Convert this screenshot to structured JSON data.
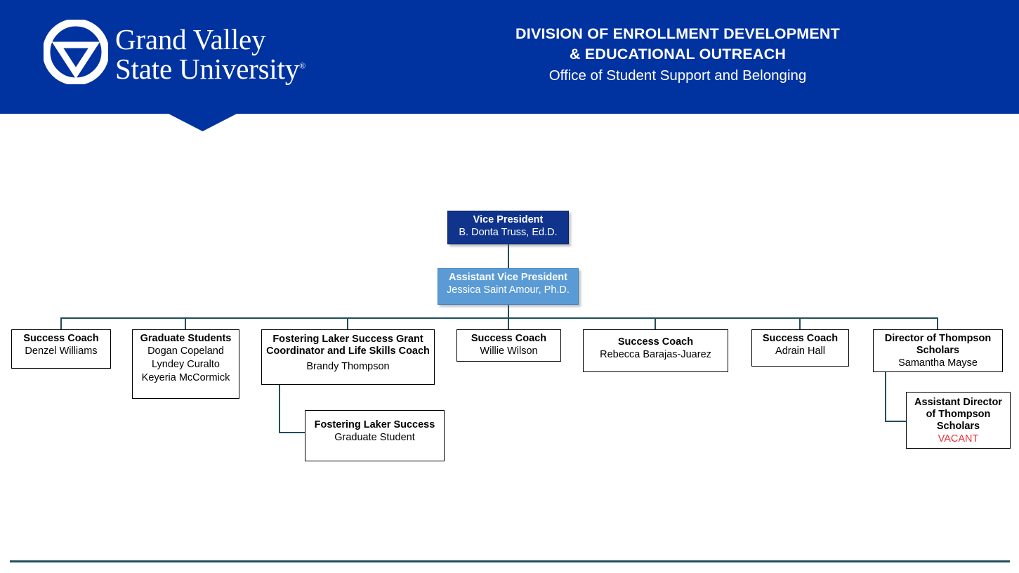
{
  "colors": {
    "banner_blue": "#0033A0",
    "vp_box": "#10348C",
    "avp_box": "#5B9BD5",
    "connector": "#1F4E5A",
    "vacant_red": "#E8313A",
    "box_border": "#000000",
    "footer_rule": "#1F4E5A"
  },
  "header": {
    "logo": {
      "mark_name": "gvsu-triangle-mark",
      "line1": "Grand Valley",
      "line1_caps": "G",
      "line2": "State University",
      "registered": "®"
    },
    "title_line_1": "DIVISION OF ENROLLMENT DEVELOPMENT",
    "title_line_2": "& EDUCATIONAL OUTREACH",
    "subtitle": "Office of Student Support and Belonging"
  },
  "chart": {
    "executives": [
      {
        "id": "vice-president",
        "title": "Vice President",
        "person": "B. Donta Truss, Ed.D."
      },
      {
        "id": "assistant-vice-president",
        "title": "Assistant Vice President",
        "person": "Jessica Saint Amour, Ph.D."
      }
    ],
    "reports": [
      {
        "id": "success-coach-denzel-williams",
        "title": "Success Coach",
        "person": "Denzel Williams"
      },
      {
        "id": "graduate-students",
        "title": "Graduate Students",
        "people": [
          "Dogan Copeland",
          "Lyndey Curalto",
          "Keyeria McCormick"
        ]
      },
      {
        "id": "fostering-laker-success-grant-coordinator",
        "title": "Fostering Laker Success Grant Coordinator and Life Skills Coach",
        "person": "Brandy Thompson"
      },
      {
        "id": "success-coach-willie-wilson",
        "title": "Success Coach",
        "person": "Willie Wilson"
      },
      {
        "id": "success-coach-rebecca-barajas-juarez",
        "title": "Success Coach",
        "person": "Rebecca Barajas-Juarez"
      },
      {
        "id": "success-coach-adrain-hall",
        "title": "Success Coach",
        "person": "Adrain Hall"
      },
      {
        "id": "director-of-thompson-scholars",
        "title": "Director of Thompson Scholars",
        "person": "Samantha Mayse"
      }
    ],
    "sub_reports": [
      {
        "id": "fostering-laker-success-graduate-student",
        "title": "Fostering Laker Success",
        "person": "Graduate Student",
        "parent": "fostering-laker-success-grant-coordinator"
      },
      {
        "id": "assistant-director-of-thompson-scholars",
        "title": "Assistant Director of Thompson Scholars",
        "person": "VACANT",
        "vacant": true,
        "parent": "director-of-thompson-scholars"
      }
    ]
  }
}
